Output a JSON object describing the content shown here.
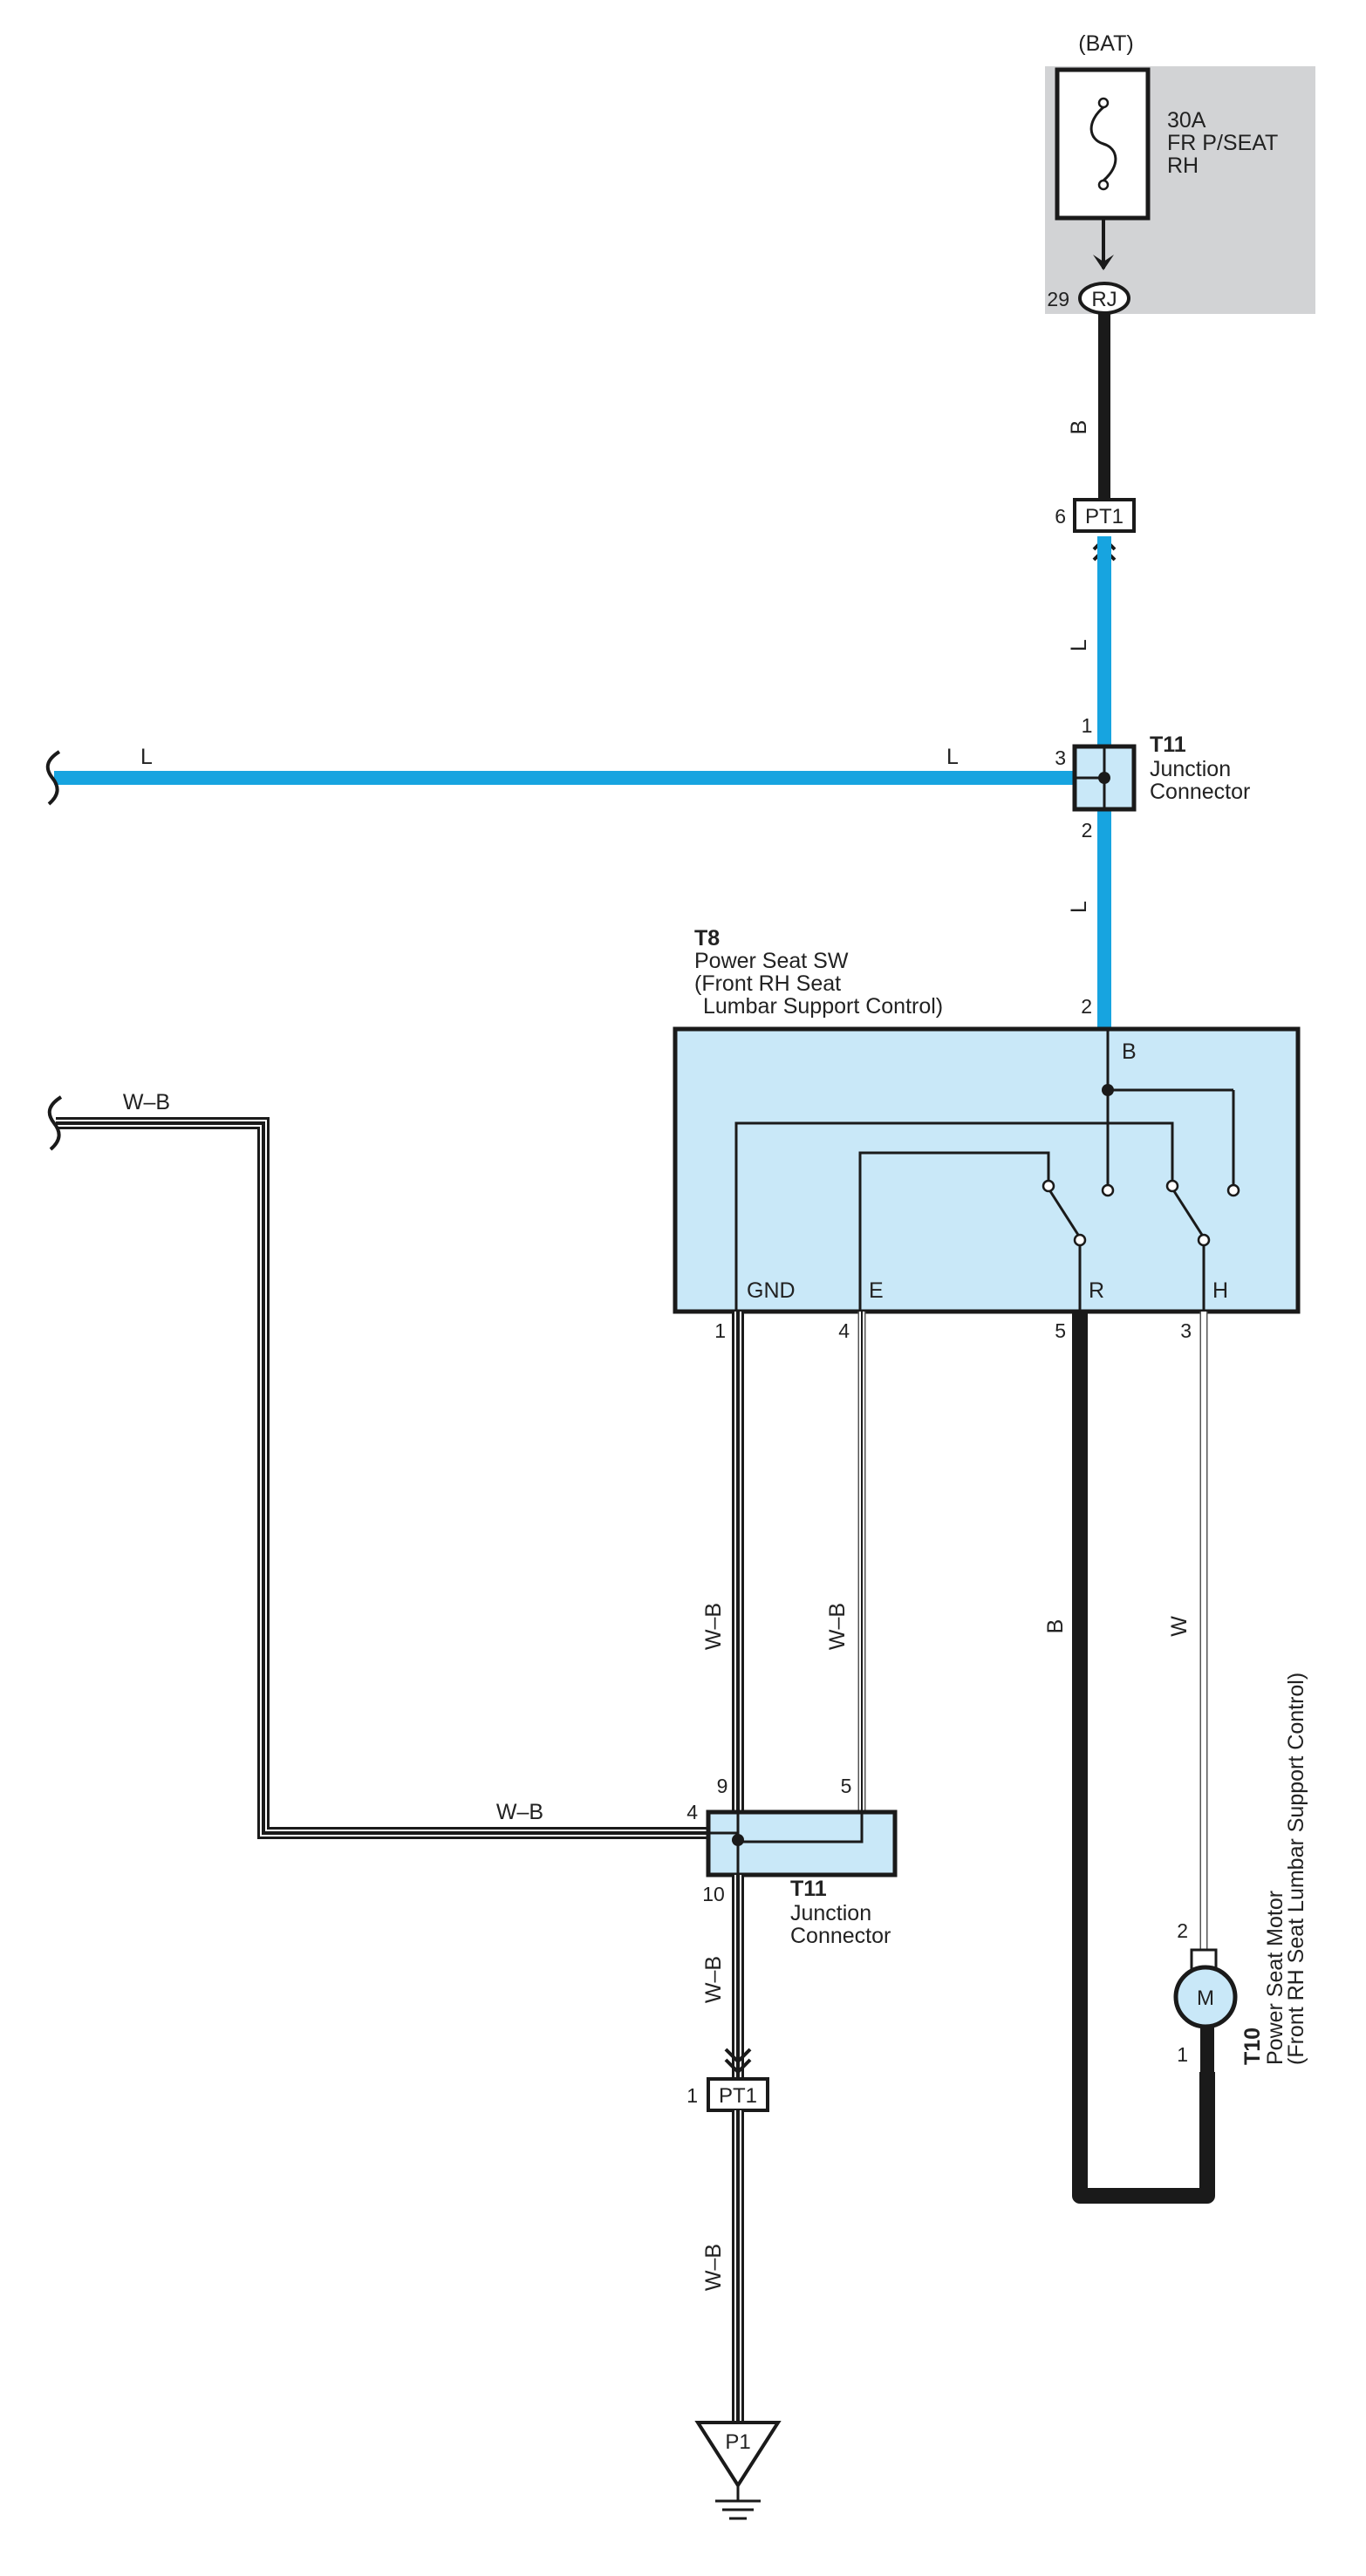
{
  "battery": {
    "label": "(BAT)"
  },
  "fuse": {
    "rating": "30A",
    "name_line1": "FR P/SEAT",
    "name_line2": "RH"
  },
  "connectors": {
    "rj": {
      "label": "RJ",
      "pin": "29"
    },
    "pt1_top": {
      "label": "PT1",
      "pin": "6"
    },
    "pt1_bottom": {
      "label": "PT1",
      "pin": "1"
    },
    "ground": {
      "label": "P1"
    }
  },
  "wires": {
    "b_top": "B",
    "l_upper": "L",
    "l_left": "L",
    "l_right": "L",
    "l_lower": "L",
    "wb_left": "W–B",
    "wb_gnd": "W–B",
    "wb_e": "W–B",
    "b_r": "B",
    "w_h": "W",
    "wb_jc4": "W–B",
    "wb_below": "W–B",
    "wb_bottom": "W–B"
  },
  "junction_top": {
    "id": "T11",
    "line1": "Junction",
    "line2": "Connector",
    "pin_1": "1",
    "pin_2": "2",
    "pin_3": "3"
  },
  "switch": {
    "id": "T8",
    "line1": "Power Seat SW",
    "line2": "(Front RH Seat",
    "line3": "Lumbar Support Control)",
    "pin_top": "2",
    "terminal_b": "B",
    "terminal_gnd": "GND",
    "terminal_e": "E",
    "terminal_r": "R",
    "terminal_h": "H",
    "pin_gnd": "1",
    "pin_e": "4",
    "pin_r": "5",
    "pin_h": "3"
  },
  "junction_bottom": {
    "id": "T11",
    "line1": "Junction",
    "line2": "Connector",
    "pin_9": "9",
    "pin_5": "5",
    "pin_4": "4",
    "pin_10": "10"
  },
  "motor": {
    "id": "T10",
    "line1": "Power Seat Motor",
    "line2": "(Front RH Seat Lumbar Support Control)",
    "symbol": "M",
    "pin_2": "2",
    "pin_1": "1"
  },
  "colors": {
    "wire_blue": "#17a4e0",
    "component_fill": "#c9e8f8",
    "fuse_box_bg": "#d2d3d5",
    "wire_black": "#1a1a1a"
  }
}
